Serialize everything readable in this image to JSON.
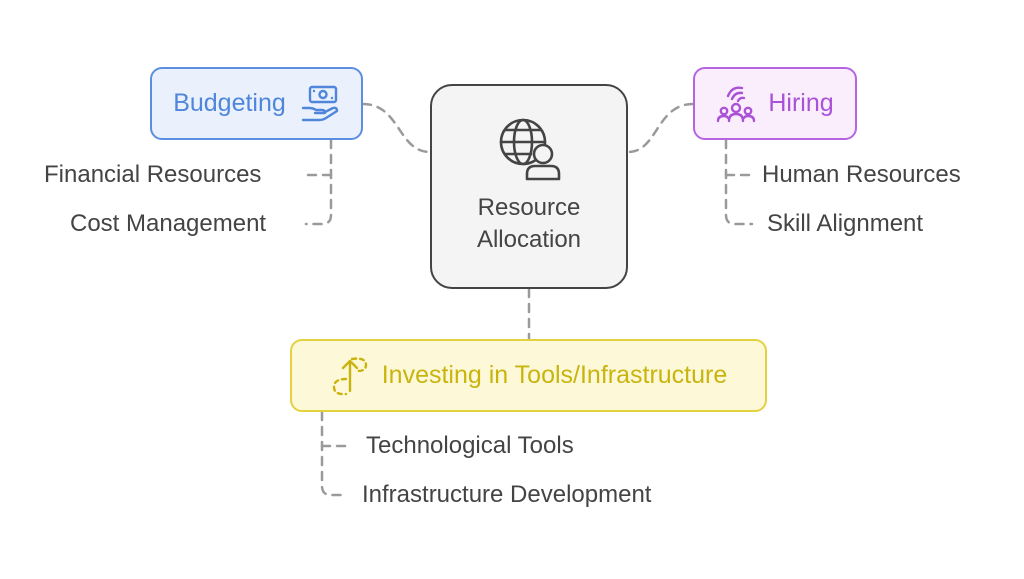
{
  "center": {
    "label_line1": "Resource",
    "label_line2": "Allocation",
    "icon": "globe-user-icon"
  },
  "branches": {
    "budgeting": {
      "label": "Budgeting",
      "icon": "hand-money-icon",
      "color": "#4f86dc",
      "leaves": [
        "Financial Resources",
        "Cost Management"
      ]
    },
    "hiring": {
      "label": "Hiring",
      "icon": "people-group-icon",
      "color": "#a952d8",
      "leaves": [
        "Human Resources",
        "Skill Alignment"
      ]
    },
    "investing": {
      "label": "Investing in Tools/Infrastructure",
      "icon": "growth-arrow-icon",
      "color": "#c9b40f",
      "leaves": [
        "Technological Tools",
        "Infrastructure Development"
      ]
    }
  },
  "colors": {
    "connector": "#9a9a9a",
    "text": "#444444",
    "center_border": "#444444"
  }
}
